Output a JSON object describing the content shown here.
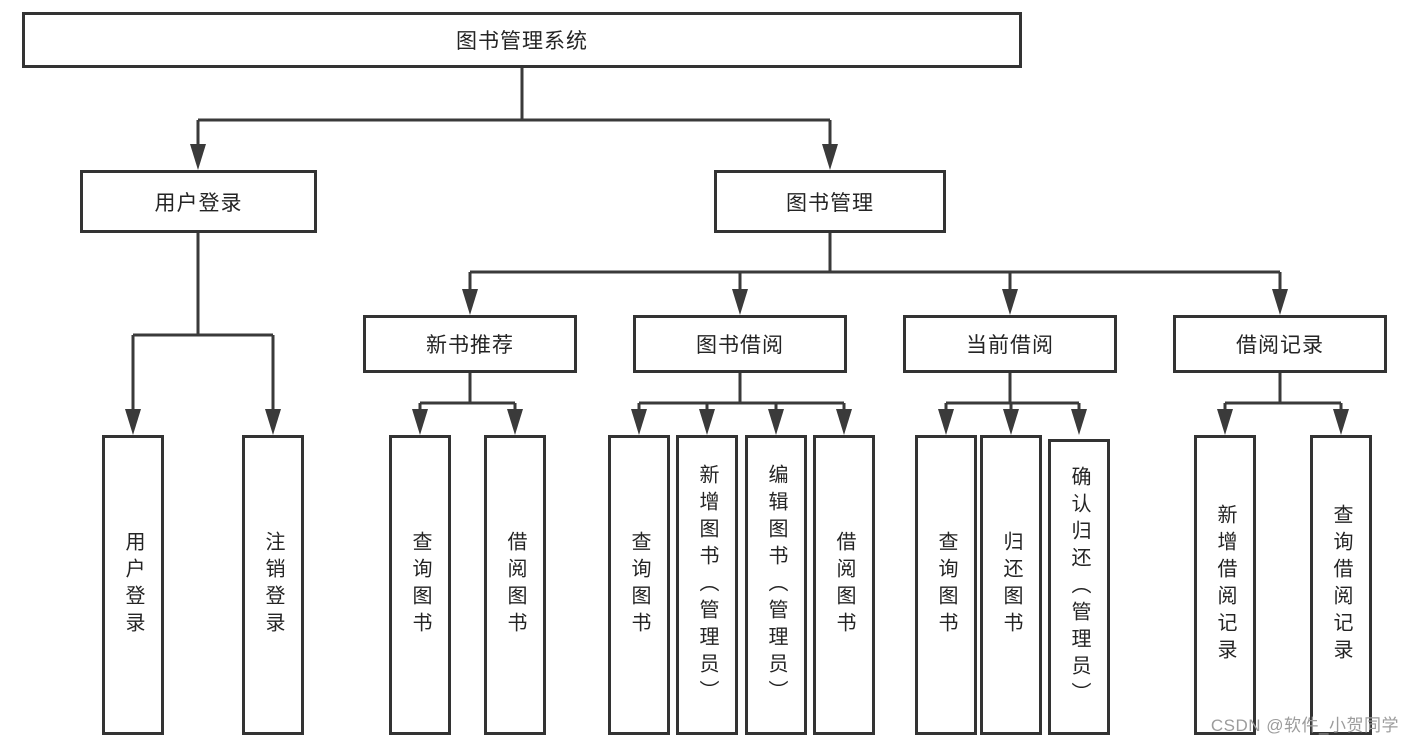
{
  "tree": {
    "root": "图书管理系统",
    "user_login": {
      "label": "用户登录",
      "children": [
        "用户登录",
        "注销登录"
      ]
    },
    "book_mgmt": {
      "label": "图书管理",
      "sections": [
        {
          "label": "新书推荐",
          "children": [
            "查询图书",
            "借阅图书"
          ]
        },
        {
          "label": "图书借阅",
          "children": [
            "查询图书",
            "新增图书（管理员）",
            "编辑图书（管理员）",
            "借阅图书"
          ]
        },
        {
          "label": "当前借阅",
          "children": [
            "查询图书",
            "归还图书",
            "确认归还（管理员）"
          ]
        },
        {
          "label": "借阅记录",
          "children": [
            "新增借阅记录",
            "查询借阅记录"
          ]
        }
      ]
    }
  },
  "watermark": "CSDN @软件_小贺同学",
  "colors": {
    "line": "#3a3a3a",
    "box_border": "#333333",
    "text": "#242424",
    "watermark_text": "#9c9c9c",
    "background": "#ffffff"
  }
}
